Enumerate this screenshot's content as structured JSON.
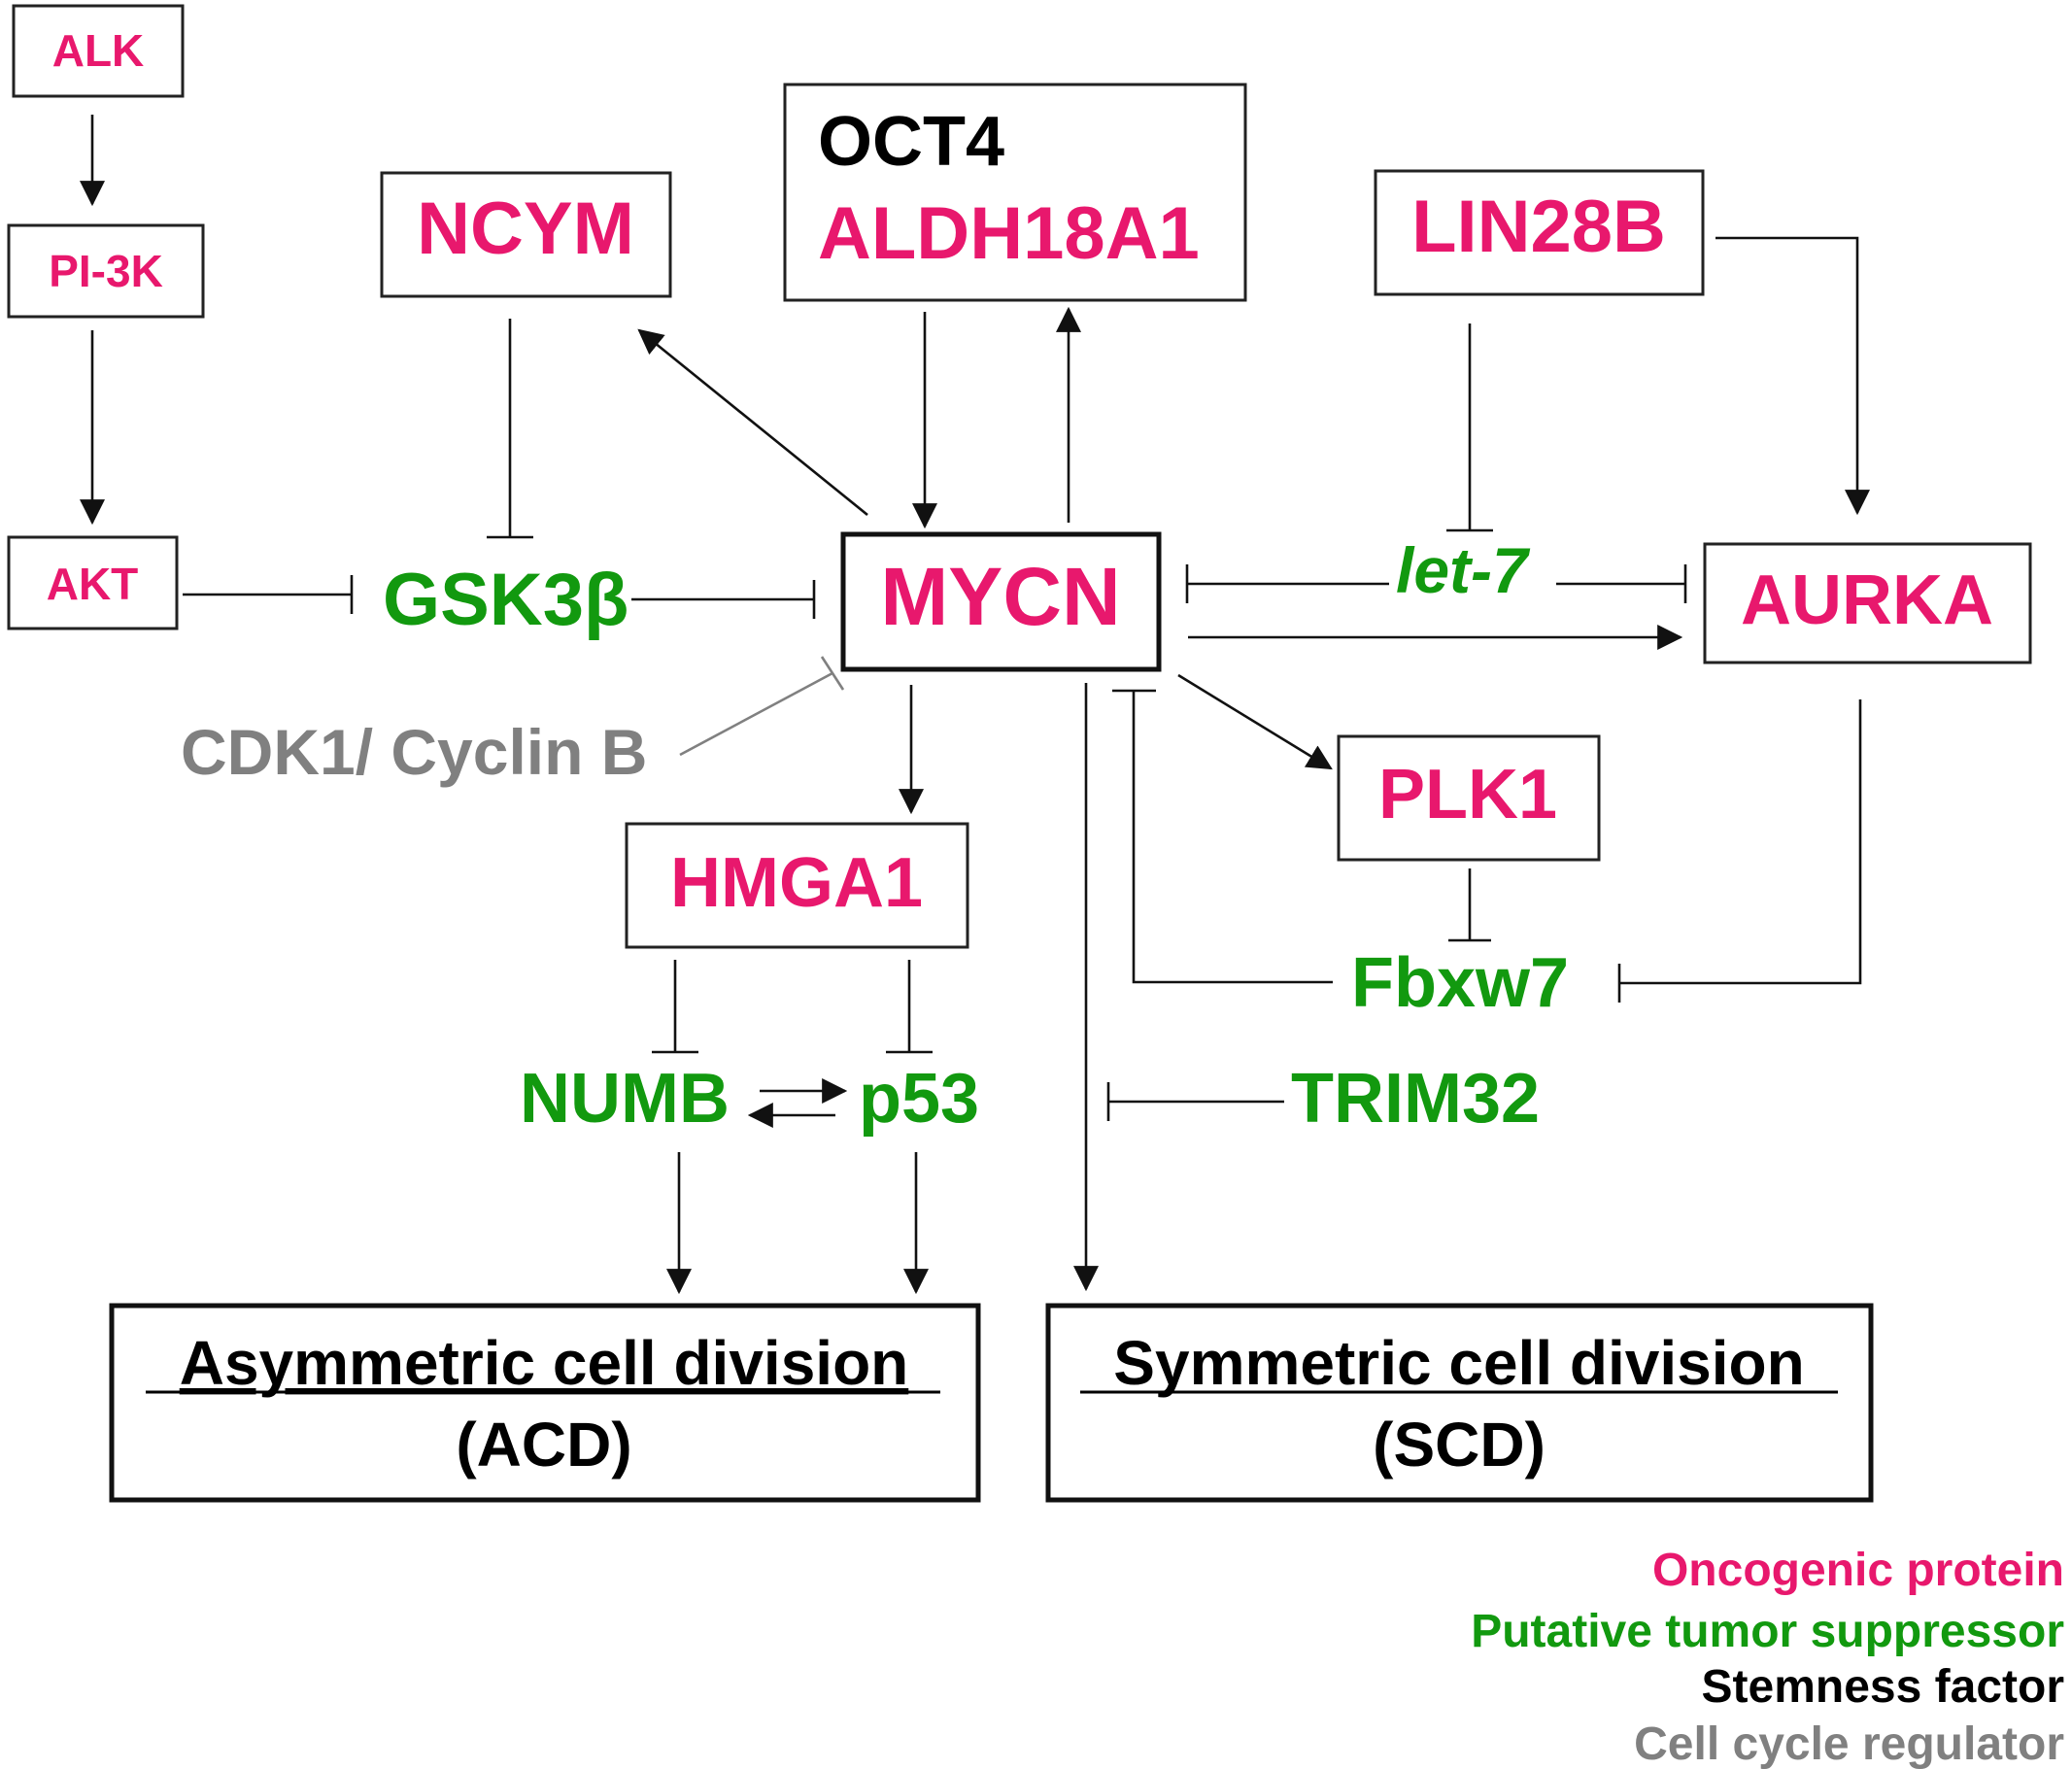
{
  "nodes": {
    "alk": "ALK",
    "pi3k": "PI-3K",
    "akt": "AKT",
    "ncym": "NCYM",
    "oct4": "OCT4",
    "aldh18a1": "ALDH18A1",
    "lin28b": "LIN28B",
    "gsk3b": "GSK3β",
    "mycn": "MYCN",
    "let7": "let-7",
    "aurka": "AURKA",
    "cdk1": "CDK1/ Cyclin B",
    "hmga1": "HMGA1",
    "plk1": "PLK1",
    "fbxw7": "Fbxw7",
    "numb": "NUMB",
    "p53": "p53",
    "trim32": "TRIM32"
  },
  "outcomes": {
    "acd_title": "Asymmetric cell division",
    "acd_abbr": "(ACD)",
    "scd_title": "Symmetric cell division",
    "scd_abbr": "(SCD)"
  },
  "legend": {
    "oncogenic": "Oncogenic protein",
    "suppressor": "Putative tumor suppressor",
    "stemness": "Stemness factor",
    "cell_cycle": "Cell cycle regulator"
  },
  "colors": {
    "oncogenic": "#e8186d",
    "suppressor": "#12990f",
    "stemness": "#000000",
    "cell_cycle": "#808080"
  }
}
